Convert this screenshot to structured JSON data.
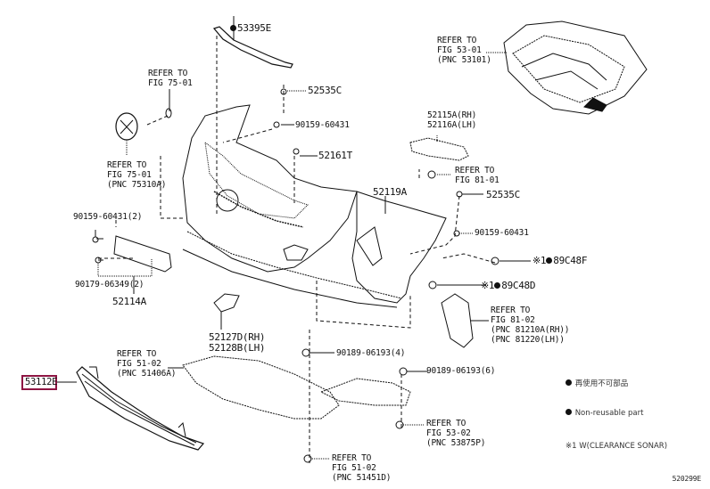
{
  "diagram": {
    "code": "520299E",
    "highlighted_part": "53112E",
    "highlight_color": "#8e1543",
    "parts": {
      "p53395E": "53395E",
      "p52535C_top": "52535C",
      "p90159_top": "90159-60431",
      "p52161T": "52161T",
      "p52115A": "52115A(RH)",
      "p52116A": "52116A(LH)",
      "p52119A": "52119A",
      "p52535C_right": "52535C",
      "p90159_right": "90159-60431",
      "p89C48F": "89C48F",
      "p89C48D": "89C48D",
      "p90159_left": "90159-60431(2)",
      "p90179": "90179-06349(2)",
      "p52114A": "52114A",
      "p52127D": "52127D(RH)",
      "p52128B": "52128B(LH)",
      "p90189_4": "90189-06193(4)",
      "p90189_6": "90189-06193(6)",
      "p53112E": "53112E"
    },
    "refs": {
      "fig53_01": [
        "REFER TO",
        "FIG 53-01",
        "(PNC 53101)"
      ],
      "fig75_01_top": [
        "REFER TO",
        "FIG 75-01"
      ],
      "fig75_01_bottom": [
        "REFER TO",
        "FIG 75-01",
        "(PNC 75310A)"
      ],
      "fig81_01": [
        "REFER TO",
        "FIG 81-01"
      ],
      "fig81_02": [
        "REFER TO",
        "FIG 81-02",
        "(PNC 81210A(RH))",
        "(PNC 81220(LH))"
      ],
      "fig51_02_upper": [
        "REFER TO",
        "FIG 51-02",
        "(PNC 51406A)"
      ],
      "fig53_02": [
        "REFER TO",
        "FIG 53-02",
        "(PNC 53875P)"
      ],
      "fig51_02_lower": [
        "REFER TO",
        "FIG 51-02",
        "(PNC 51451D)"
      ]
    },
    "markers": {
      "sonar_mark": "※1"
    },
    "legend": {
      "line1": "再使用不可部品",
      "line2": "Non-reusable part",
      "line3": "※1 W(CLEARANCE SONAR)"
    }
  }
}
